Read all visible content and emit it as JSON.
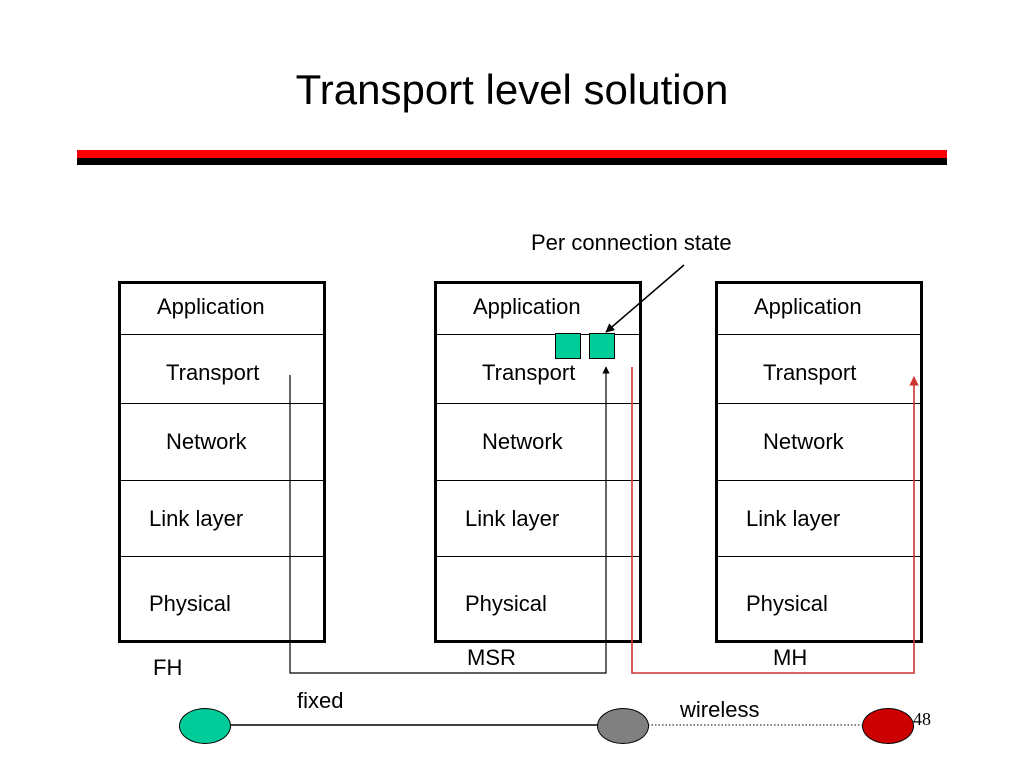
{
  "title": "Transport level solution",
  "callout": "Per connection state",
  "layers": [
    "Application",
    "Transport",
    "Network",
    "Link layer",
    "Physical"
  ],
  "stacks": {
    "fh": {
      "name": "FH"
    },
    "msr": {
      "name": "MSR"
    },
    "mh": {
      "name": "MH"
    }
  },
  "links": {
    "fixed": "fixed",
    "wireless": "wireless"
  },
  "colors": {
    "accent_red": "#ff0000",
    "wireless_path": "#cc3333",
    "state_box": "#00cc99",
    "node_fh": "#00cc99",
    "node_msr": "#808080",
    "node_mh": "#cc0000"
  },
  "page_number": "48"
}
